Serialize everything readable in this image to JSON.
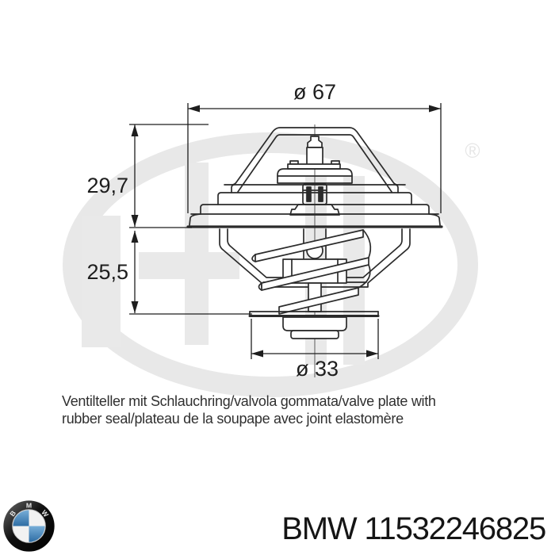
{
  "watermark": {
    "registered_symbol": "®"
  },
  "diagram": {
    "dims": {
      "top_diameter": "ø 67",
      "upper_height": "29,7",
      "lower_height": "25,5",
      "bottom_diameter": "ø 33"
    }
  },
  "caption": {
    "line1": "Ventilteller mit Schlauchring/valvola gommata/valve plate with",
    "line2": "rubber seal/plateau de la soupape avec joint elastomère"
  },
  "footer": {
    "brand": "BMW",
    "part_number": "11532246825",
    "logo_letters": [
      "B",
      "M",
      "W"
    ]
  },
  "colors": {
    "line": "#2b2b2b",
    "dimension": "#1e1e1e",
    "watermark": "#e8e8e8",
    "bmw_blue": "#3a7fb8",
    "text": "#151515"
  }
}
